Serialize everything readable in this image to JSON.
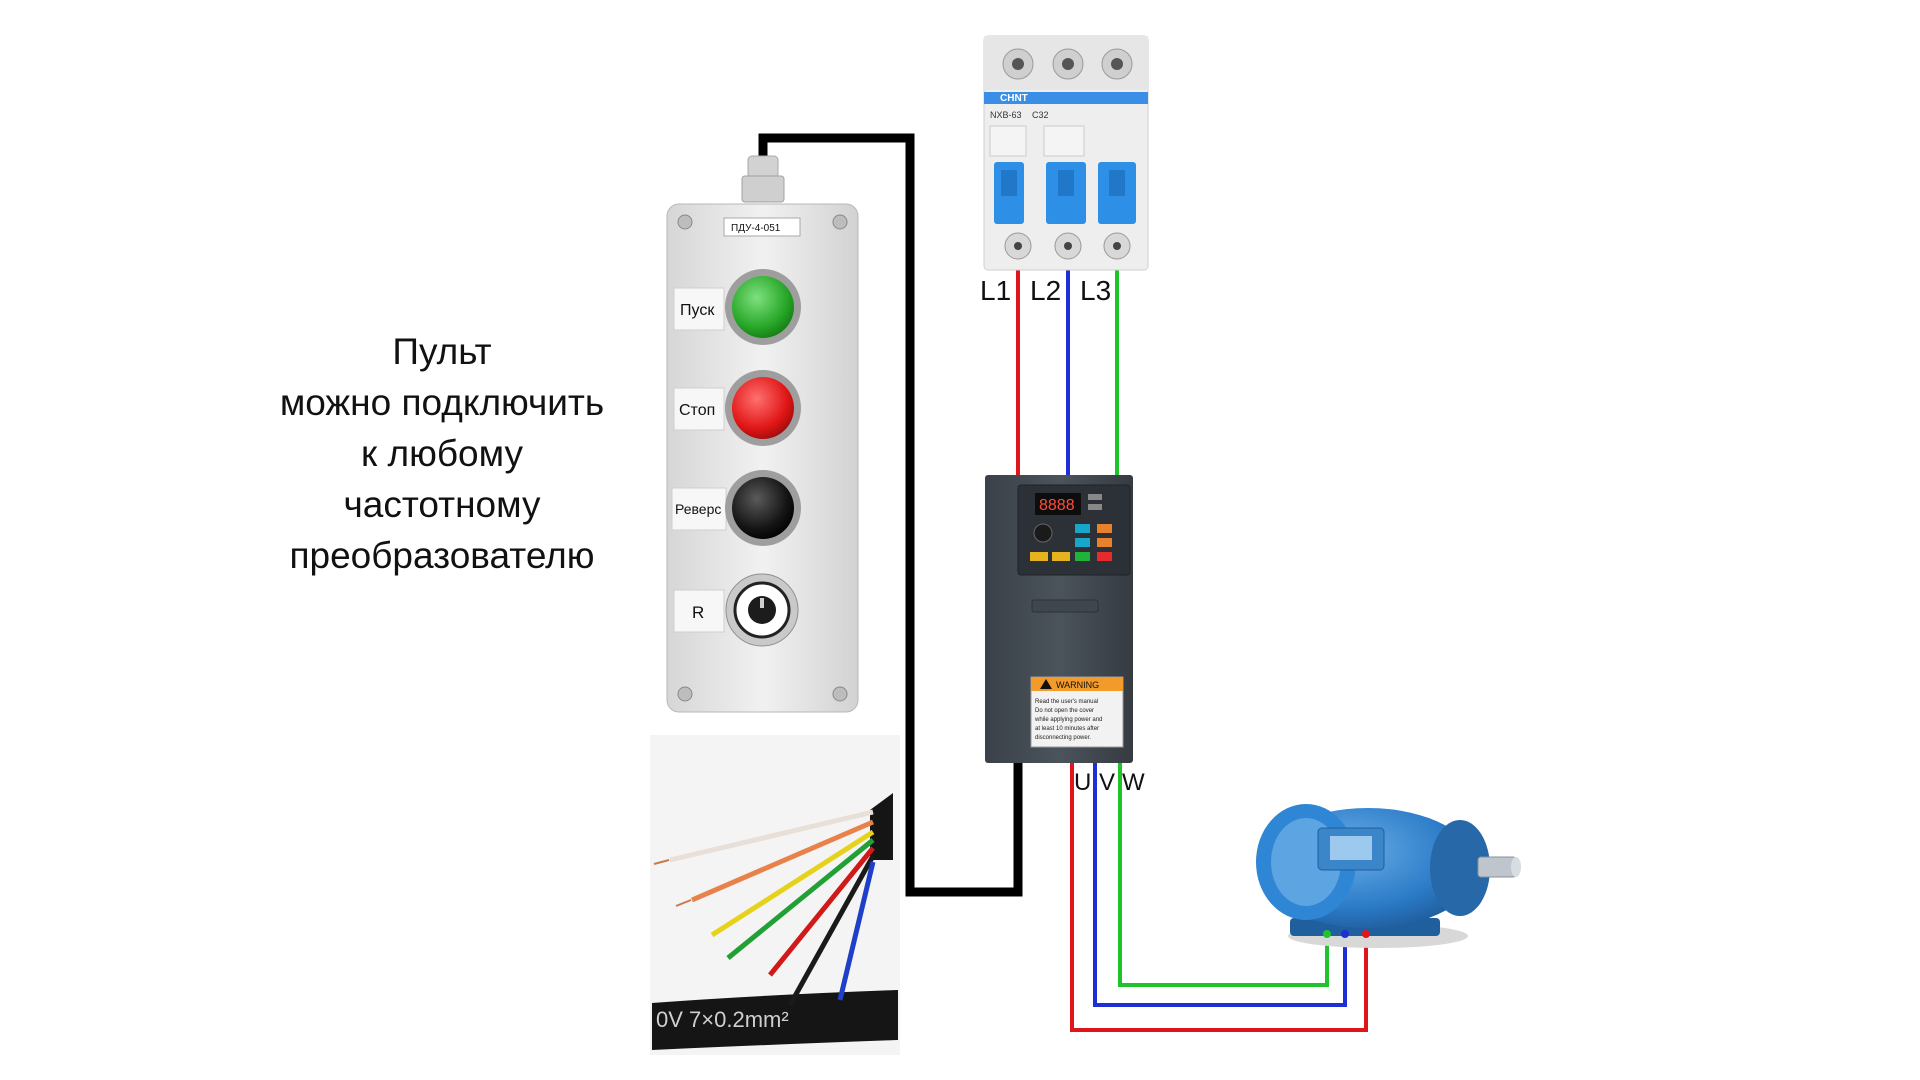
{
  "caption": {
    "lines": [
      "Пульт",
      "можно подключить",
      "к любому",
      "частотному",
      "преобразователю"
    ]
  },
  "control_box": {
    "model_label": "ПДУ-4-051",
    "buttons": [
      {
        "label": "Пуск",
        "color": "#2fae2f"
      },
      {
        "label": "Стоп",
        "color": "#e01e1e"
      },
      {
        "label": "Реверс",
        "color": "#121212"
      }
    ],
    "pot_label": "R"
  },
  "breaker": {
    "brand": "CHNT",
    "model": "NXB-63",
    "rating": "C32",
    "terminals": [
      "L1",
      "L2",
      "L3"
    ]
  },
  "vfd": {
    "display": "8888",
    "warning_title": "WARNING",
    "warning_text": [
      "Read the user's manual",
      "Do not open the cover",
      "while applying power and",
      "at least 10 minutes after",
      "disconnecting power."
    ],
    "outputs": [
      "U",
      "V",
      "W"
    ]
  },
  "cable": {
    "print": "0V   7×0.2mm²"
  },
  "colors": {
    "L1": "#e0141b",
    "L2": "#1e2fd6",
    "L3": "#1ec42a",
    "control_wire": "#000000",
    "motor": "#2b7bc7"
  }
}
